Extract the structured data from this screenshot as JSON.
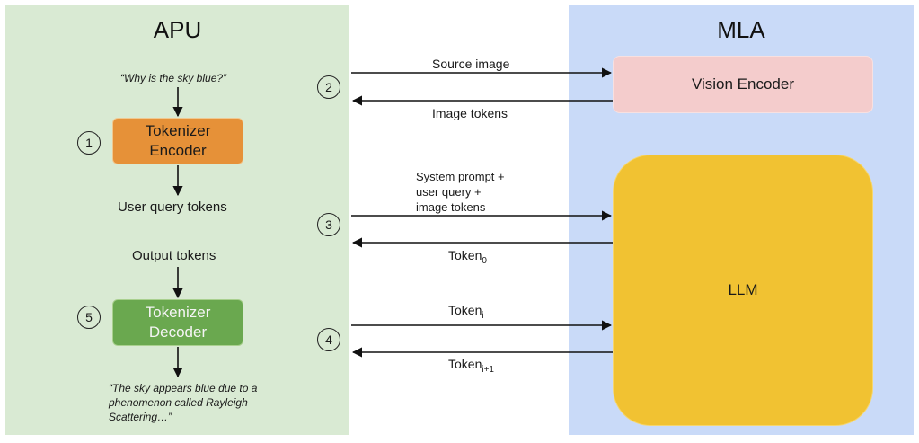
{
  "apu": {
    "title": "APU",
    "query_quote": "“Why is the sky blue?”",
    "tokenizer_encoder": "Tokenizer Encoder",
    "user_query_tokens": "User query tokens",
    "output_tokens": "Output tokens",
    "tokenizer_decoder": "Tokenizer Decoder",
    "answer_quote": "“The sky appears blue due to a phenomenon called Rayleigh Scattering…”"
  },
  "mla": {
    "title": "MLA",
    "vision_encoder": "Vision Encoder",
    "llm": "LLM"
  },
  "steps": [
    "1",
    "2",
    "3",
    "4",
    "5"
  ],
  "arrows": {
    "source_image": "Source image",
    "image_tokens": "Image tokens",
    "prompt_line1": "System prompt +",
    "prompt_line2": "user query +",
    "prompt_line3": "image tokens",
    "token_base": "Token",
    "token0_sub": "0",
    "tokeni_sub": "i",
    "tokeni1_sub": "i+1"
  }
}
